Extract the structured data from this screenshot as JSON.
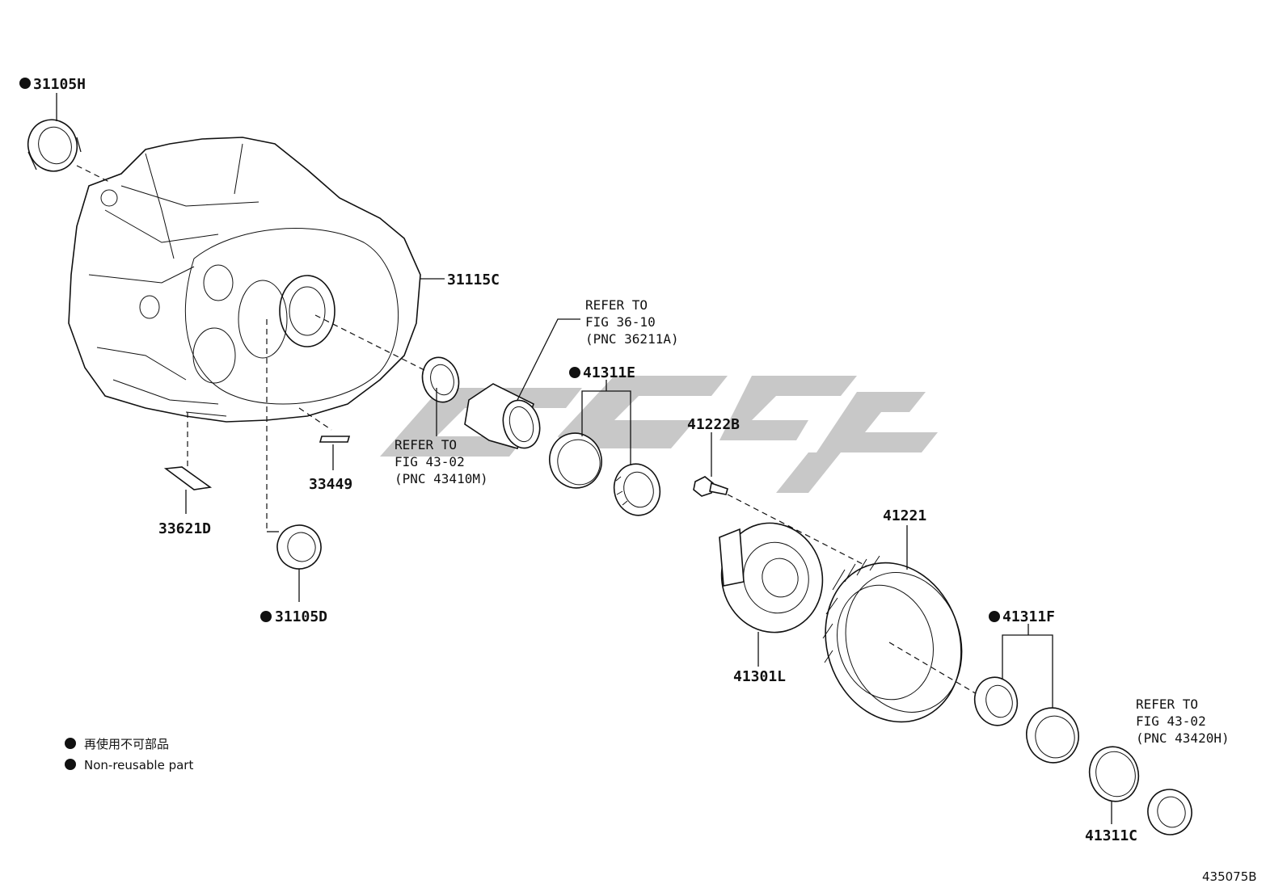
{
  "labels": {
    "p31105H": "31105H",
    "p31115C": "31115C",
    "p33449": "33449",
    "p33621D": "33621D",
    "p31105D": "31105D",
    "p41311E": "41311E",
    "p41222B": "41222B",
    "p41221": "41221",
    "p41301L": "41301L",
    "p41311F": "41311F",
    "p41311C": "41311C"
  },
  "references": {
    "ref_36": [
      "REFER TO",
      "FIG 36-10",
      "(PNC 36211A)"
    ],
    "ref_43a": [
      "REFER TO",
      "FIG 43-02",
      "(PNC 43410M)"
    ],
    "ref_43b": [
      "REFER TO",
      "FIG 43-02",
      "(PNC 43420H)"
    ]
  },
  "legend": {
    "line1": "再使用不可部品",
    "line2": "Non-reusable part"
  },
  "figure_number": "435075B",
  "colors": {
    "ink": "#111111",
    "watermark": "#c8c8c8"
  }
}
